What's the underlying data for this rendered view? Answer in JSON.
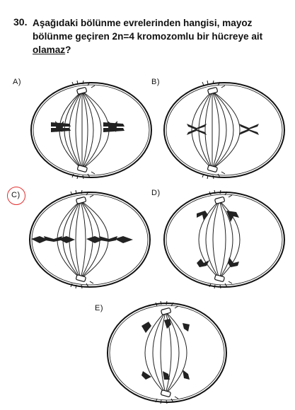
{
  "question": {
    "number": "30.",
    "text_line1": "Aşağıdaki bölünme evrelerinden hangisi, mayoz",
    "text_line2": "bölünme geçiren 2n=4 kromozomlu bir hücreye ait",
    "negative_word": "olamaz",
    "end_mark": "?"
  },
  "options": [
    {
      "label": "A)",
      "stage": "metaphase-two-tetrads"
    },
    {
      "label": "B)",
      "stage": "metaphase-two-chromosomes"
    },
    {
      "label": "C)",
      "stage": "metaphase-four-chromosomes"
    },
    {
      "label": "D)",
      "stage": "anaphase-two-and-two"
    },
    {
      "label": "E)",
      "stage": "anaphase-three-and-three"
    }
  ],
  "marked_answer": "C)",
  "colors": {
    "ink": "#111111",
    "marker": "#e53030"
  }
}
